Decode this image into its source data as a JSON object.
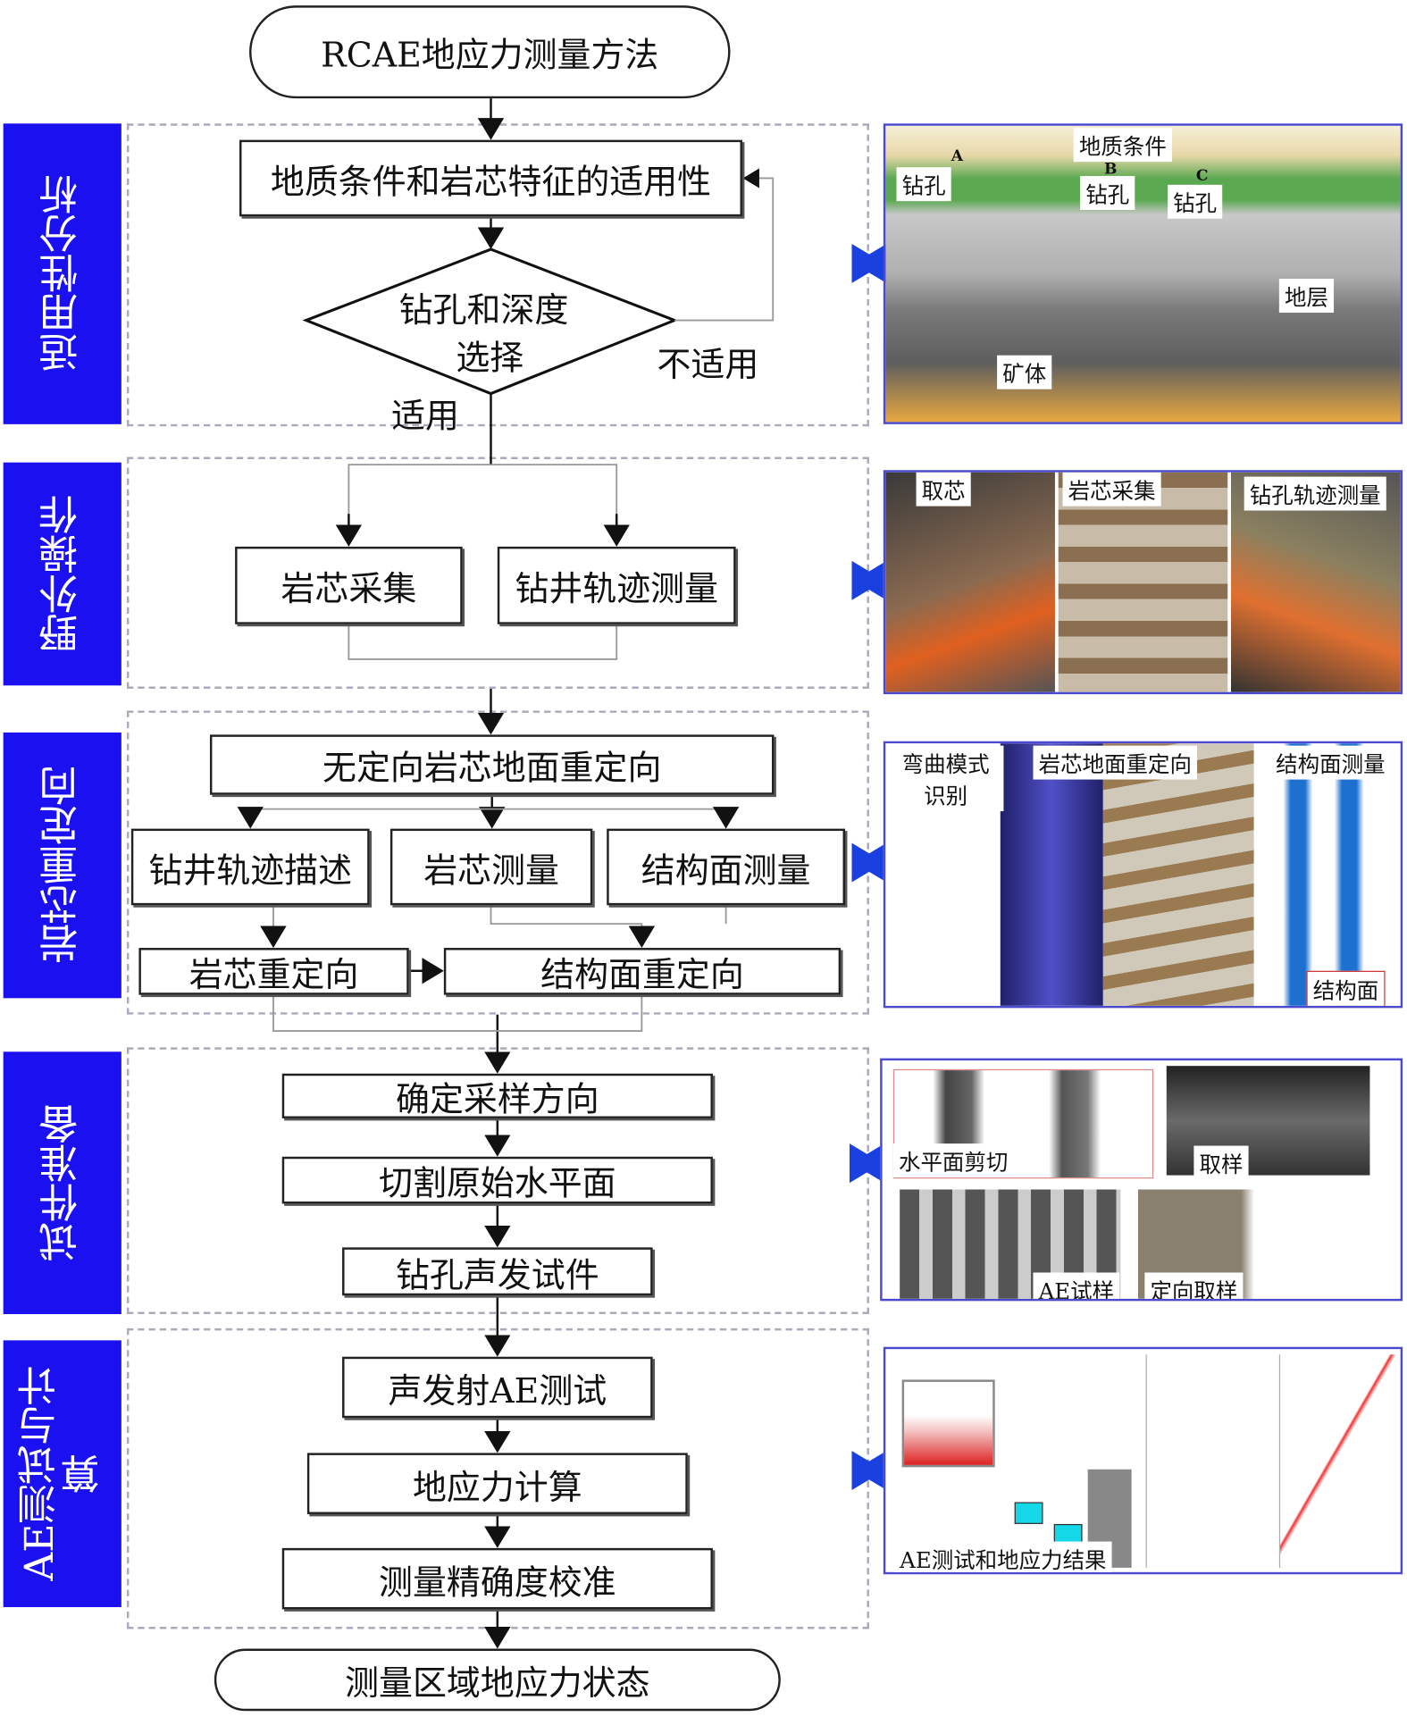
{
  "start": "RCAE地应力测量方法",
  "end": "测量区域地应力状态",
  "accent_color": "#1a10f0",
  "sections": [
    {
      "label": "适用性分析"
    },
    {
      "label": "野外操作"
    },
    {
      "label": "岩芯重定向"
    },
    {
      "label": "试件准备"
    },
    {
      "label": "AE测试与计算"
    }
  ],
  "s1": {
    "box": "地质条件和岩芯特征的适用性",
    "decision_line1": "钻孔和深度",
    "decision_line2": "选择",
    "no": "不适用",
    "yes": "适用",
    "panel": {
      "title": "地质条件",
      "drill": "钻孔",
      "layer": "地层",
      "ore": "矿体",
      "A": "A",
      "B": "B",
      "C": "C"
    }
  },
  "s2": {
    "box1": "岩芯采集",
    "box2": "钻井轨迹测量",
    "panel": [
      "取芯",
      "岩芯采集",
      "钻孔轨迹测量"
    ]
  },
  "s3": {
    "top": "无定向岩芯地面重定向",
    "row1": [
      "钻井轨迹描述",
      "岩芯测量",
      "结构面测量"
    ],
    "row2": [
      "岩芯重定向",
      "结构面重定向"
    ],
    "panel": {
      "p1": "弯曲模式识别",
      "p2": "岩芯地面重定向",
      "p3": "结构面测量",
      "p3b": "结构面"
    }
  },
  "s4": {
    "boxes": [
      "确定采样方向",
      "切割原始水平面",
      "钻孔声发试件"
    ],
    "panel": [
      "水平面剪切",
      "取样",
      "AE试样",
      "定向取样"
    ]
  },
  "s5": {
    "boxes": [
      "声发射AE测试",
      "地应力计算",
      "测量精确度校准"
    ],
    "panel": "AE测试和地应力结果"
  }
}
